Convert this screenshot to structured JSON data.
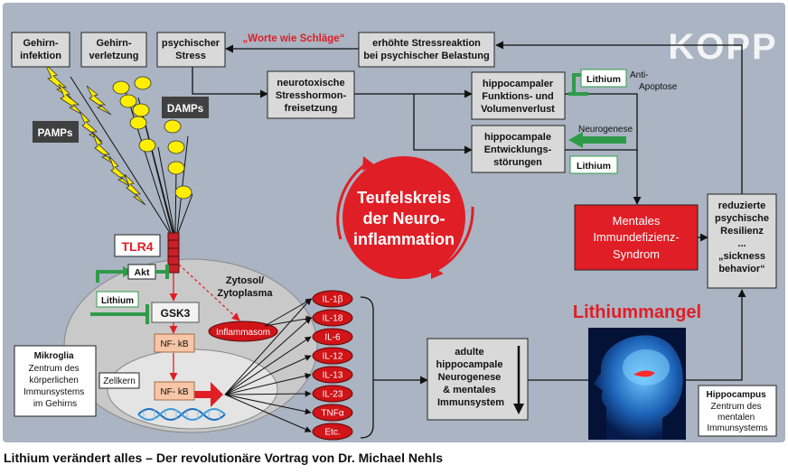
{
  "brand": "KOPP",
  "caption": "Lithium verändert alles – Der revolutionäre Vortrag von Dr. Michael Nehls",
  "top_boxes": {
    "gehirninfektion": [
      "Gehirn-",
      "infektion"
    ],
    "gehirnverletzung": [
      "Gehirn-",
      "verletzung"
    ],
    "psychischer_stress": [
      "psychischer",
      "Stress"
    ]
  },
  "quote": "„Worte wie Schläge“",
  "stressreaktion": [
    "erhöhte Stressreaktion",
    "bei psychischer Belastung"
  ],
  "neurotoxisch": [
    "neurotoxische",
    "Stresshormon-",
    "freisetzung"
  ],
  "funktionsverlust": [
    "hippocampaler",
    "Funktions- und",
    "Volumenverlust"
  ],
  "entwicklung": [
    "hippocampale",
    "Entwicklungs-",
    "störungen"
  ],
  "lithium": "Lithium",
  "anti_apoptose": [
    "Anti-",
    "Apoptose"
  ],
  "neurogenese": "Neurogenese",
  "pamps": "PAMPs",
  "damps": "DAMPs",
  "teufelskreis": [
    "Teufelskreis",
    "der Neuro-",
    "inflammation"
  ],
  "mentales": [
    "Mentales",
    "Immundefizienz-",
    "Syndrom"
  ],
  "resilienz": [
    "reduzierte",
    "psychische",
    "Resilienz",
    "...",
    "„sickness",
    "behavior“"
  ],
  "tlr4": "TLR4",
  "akt": "Akt",
  "gsk3": "GSK3",
  "nfkb": "NF- kB",
  "zytosol": [
    "Zytosol/",
    "Zytoplasma"
  ],
  "inflammasom": "Inflammasom",
  "zellkern": "Zellkern",
  "mikroglia": [
    "Mikroglia",
    "Zentrum des",
    "körperlichen",
    "Immunsystems",
    "im Gehirns"
  ],
  "cytokines": [
    "IL-1β",
    "IL-18",
    "IL-6",
    "IL-12",
    "IL-13",
    "IL-23",
    "TNFα",
    "Etc."
  ],
  "adulte": [
    "adulte",
    "hippocampale",
    "Neurogenese",
    "& mentales",
    "Immunsystem"
  ],
  "lithiummangel": "Lithiummangel",
  "hippocampus": [
    "Hippocampus",
    "Zentrum des",
    "mentalen",
    "Immunsystems"
  ],
  "colors": {
    "panel": "#aab4c2",
    "box": "#d9d9d9",
    "red": "#e01e26",
    "green": "#2e9b48",
    "dark_label": "#404040",
    "yellow": "#ffee00"
  }
}
